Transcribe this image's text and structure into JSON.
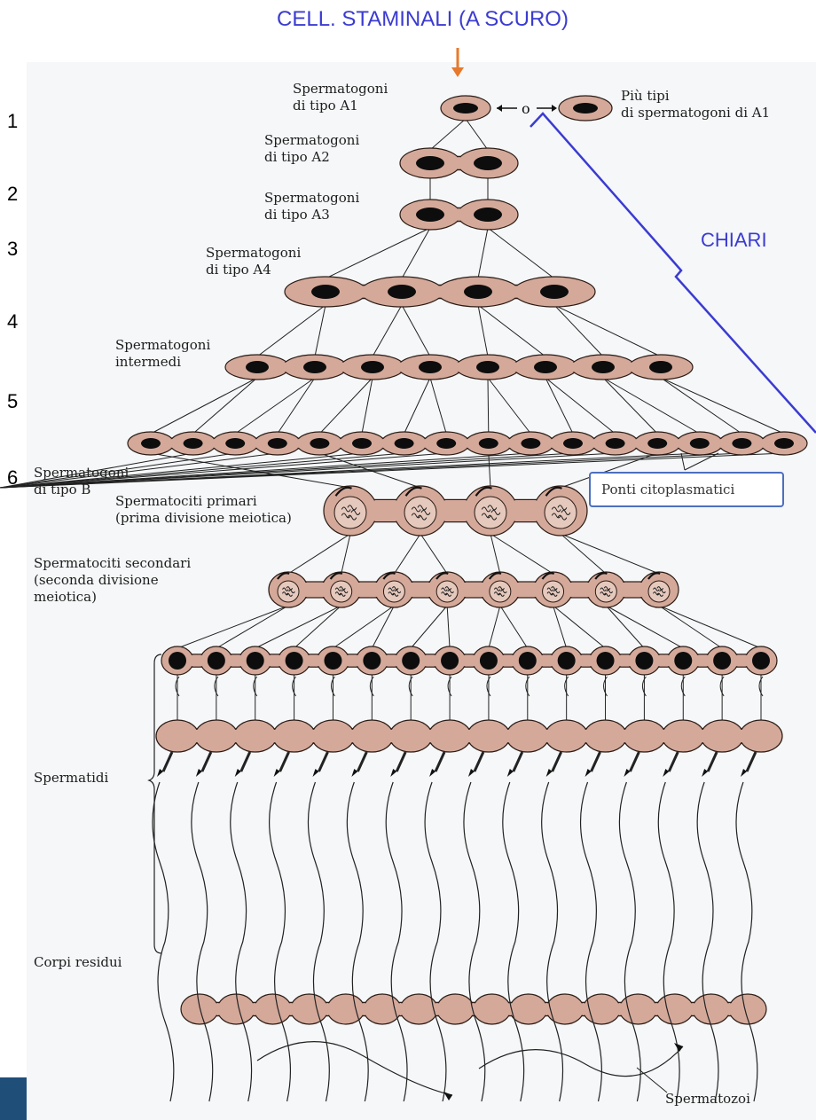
{
  "overlay": {
    "title": "CELL. STAMINALI (A SCURO)",
    "chiari": "CHIARI",
    "row_numbers": [
      "1",
      "2",
      "3",
      "4",
      "5",
      "6"
    ]
  },
  "labels": {
    "a1": "Spermatogoni\ndi tipo A1",
    "piu_tipi": "Più tipi\ndi spermatogoni di A1",
    "o": "o",
    "a2": "Spermatogoni\ndi tipo A2",
    "a3": "Spermatogoni\ndi tipo A3",
    "a4": "Spermatogoni\ndi tipo A4",
    "intermedi": "Spermatogoni\nintermedi",
    "tipo_b": "Spermatogoni\ndi tipo B",
    "ponti": "Ponti citoplasmatici",
    "primari": "Spermatociti primari\n(prima divisione meiotica)",
    "secondari": "Spermatociti secondari\n(seconda divisione\nmeiotica)",
    "spermatidi": "Spermatidi",
    "corpi": "Corpi residui",
    "spermatozoi": "Spermatozoi"
  },
  "colors": {
    "cell_fill": "#d4a99a",
    "cell_stroke": "#2a1a14",
    "nucleus": "#0d0d0d",
    "accent_blue": "#3b3bd1",
    "arrow_orange": "#e8792b",
    "box_border": "#4d6fbf"
  },
  "icons": {
    "down_arrow": "orange-down-arrow-icon",
    "bracket": "curly-bracket-icon"
  }
}
